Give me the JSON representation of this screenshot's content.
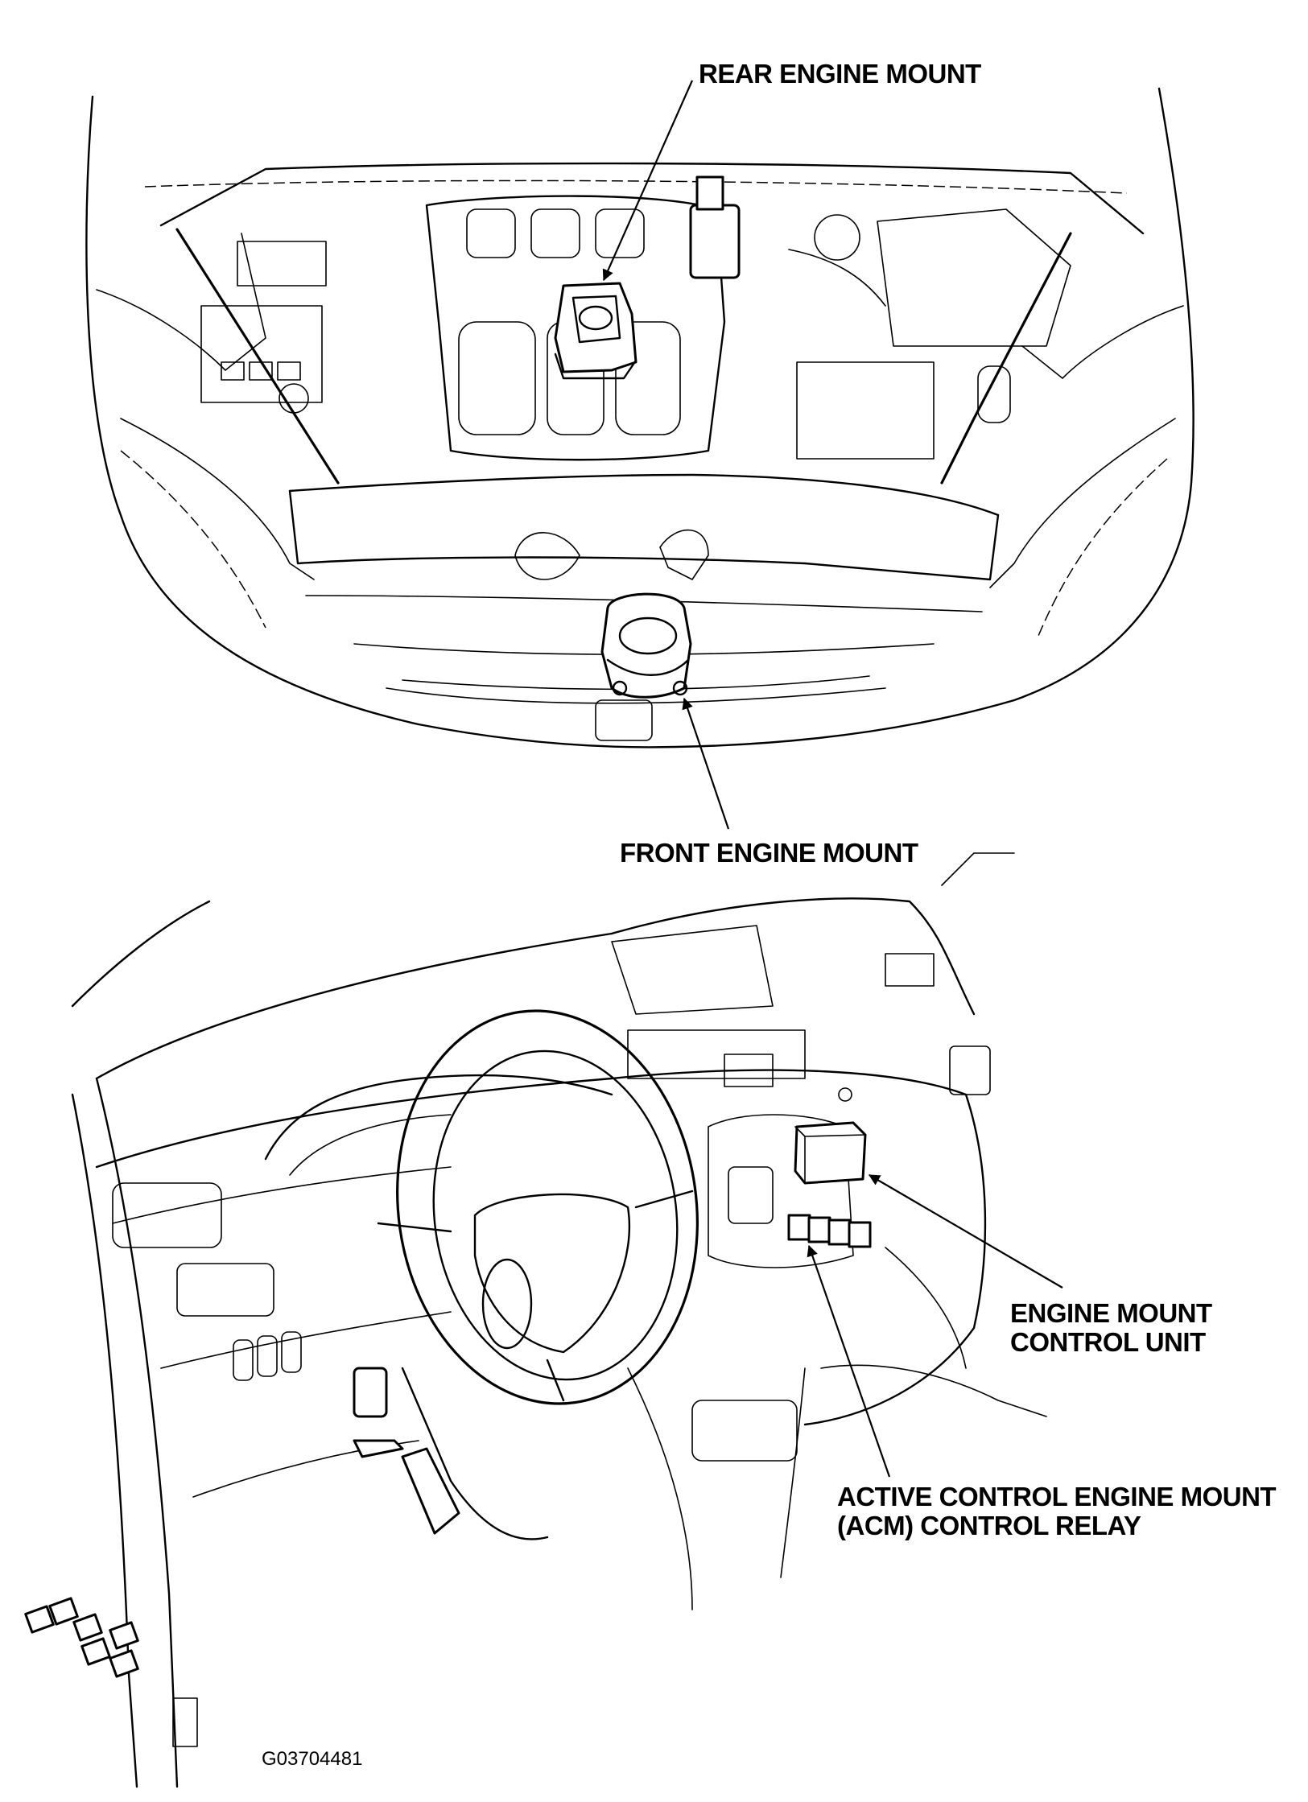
{
  "labels": {
    "rear_engine_mount": "REAR ENGINE MOUNT",
    "front_engine_mount": "FRONT ENGINE MOUNT",
    "engine_mount_control_unit_line1": "ENGINE MOUNT",
    "engine_mount_control_unit_line2": "CONTROL UNIT",
    "acm_relay_line1": "ACTIVE CONTROL ENGINE MOUNT",
    "acm_relay_line2": "(ACM) CONTROL RELAY",
    "figure_code": "G03704481"
  }
}
